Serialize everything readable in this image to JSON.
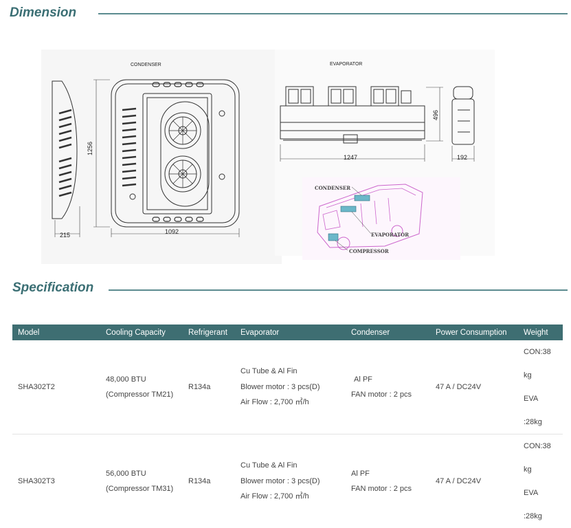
{
  "sections": {
    "dimension_title": "Dimension",
    "specification_title": "Specification"
  },
  "drawing": {
    "condenser_label": "CONDENSER",
    "evaporator_label": "EVAPORATOR",
    "dimensions": {
      "side_width": "215",
      "height": "1256",
      "width": "1092",
      "evap_height": "496",
      "evap_width": "1247",
      "evap_depth": "192"
    },
    "bus": {
      "condenser_label": "CONDENSER",
      "evaporator_label": "EVAPORATOR",
      "compressor_label": "COMPRESSOR"
    }
  },
  "table": {
    "headers": [
      "Model",
      "Cooling Capacity",
      "Refrigerant",
      "Evaporator",
      "Condenser",
      "Power Consumption",
      "Weight"
    ],
    "rows": [
      {
        "model": "SHA302T2",
        "capacity": [
          "48,000 BTU",
          "(Compressor TM21)"
        ],
        "refrigerant": "R134a",
        "evaporator": [
          "Cu Tube & Al Fin",
          "Blower motor : 3 pcs(D)",
          "Air Flow : 2,700 ㎥/h"
        ],
        "condenser": [
          "Al PF",
          "FAN motor : 2 pcs"
        ],
        "power": "47 A / DC24V",
        "weight": [
          "CON:38 kg",
          "EVA :28kg"
        ]
      },
      {
        "model": "SHA302T3",
        "capacity": [
          "56,000 BTU",
          "(Compressor TM31)"
        ],
        "refrigerant": "R134a",
        "evaporator": [
          "Cu Tube & Al Fin",
          "Blower motor : 3 pcs(D)",
          "Air Flow : 2,700 ㎥/h"
        ],
        "condenser": [
          "Al PF",
          "FAN motor : 2 pcs"
        ],
        "power": "47 A / DC24V",
        "weight": [
          "CON:38 kg",
          "EVA :28kg"
        ]
      }
    ]
  }
}
